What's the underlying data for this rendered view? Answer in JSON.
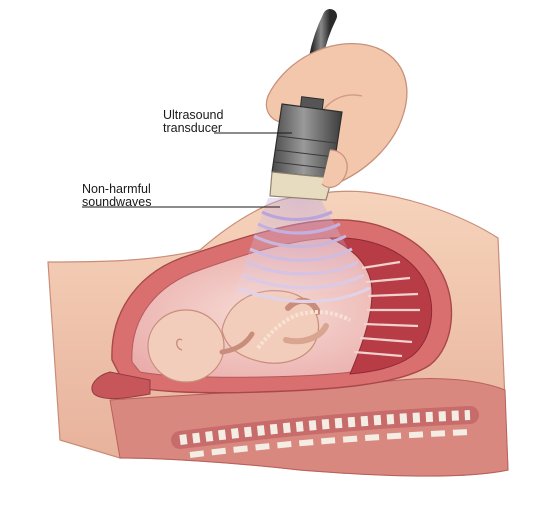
{
  "labels": {
    "transducer_line1": "Ultrasound",
    "transducer_line2": "transducer",
    "waves_line1": "Non-harmful",
    "waves_line2": "soundwaves"
  },
  "colors": {
    "skin": "#f0c7ac",
    "skin_shadow": "#d99b82",
    "uterus_wall": "#d9706f",
    "uterus_inner": "#c24a52",
    "fluid": "#f6d5d2",
    "fetus": "#f3cdbb",
    "placenta": "#b83c46",
    "spine_bone": "#f4ede4",
    "probe": "#6b6b6b",
    "probe_tip": "#e8dcc0",
    "cable": "#3a3a3a",
    "wave": "#c9b6dd"
  }
}
